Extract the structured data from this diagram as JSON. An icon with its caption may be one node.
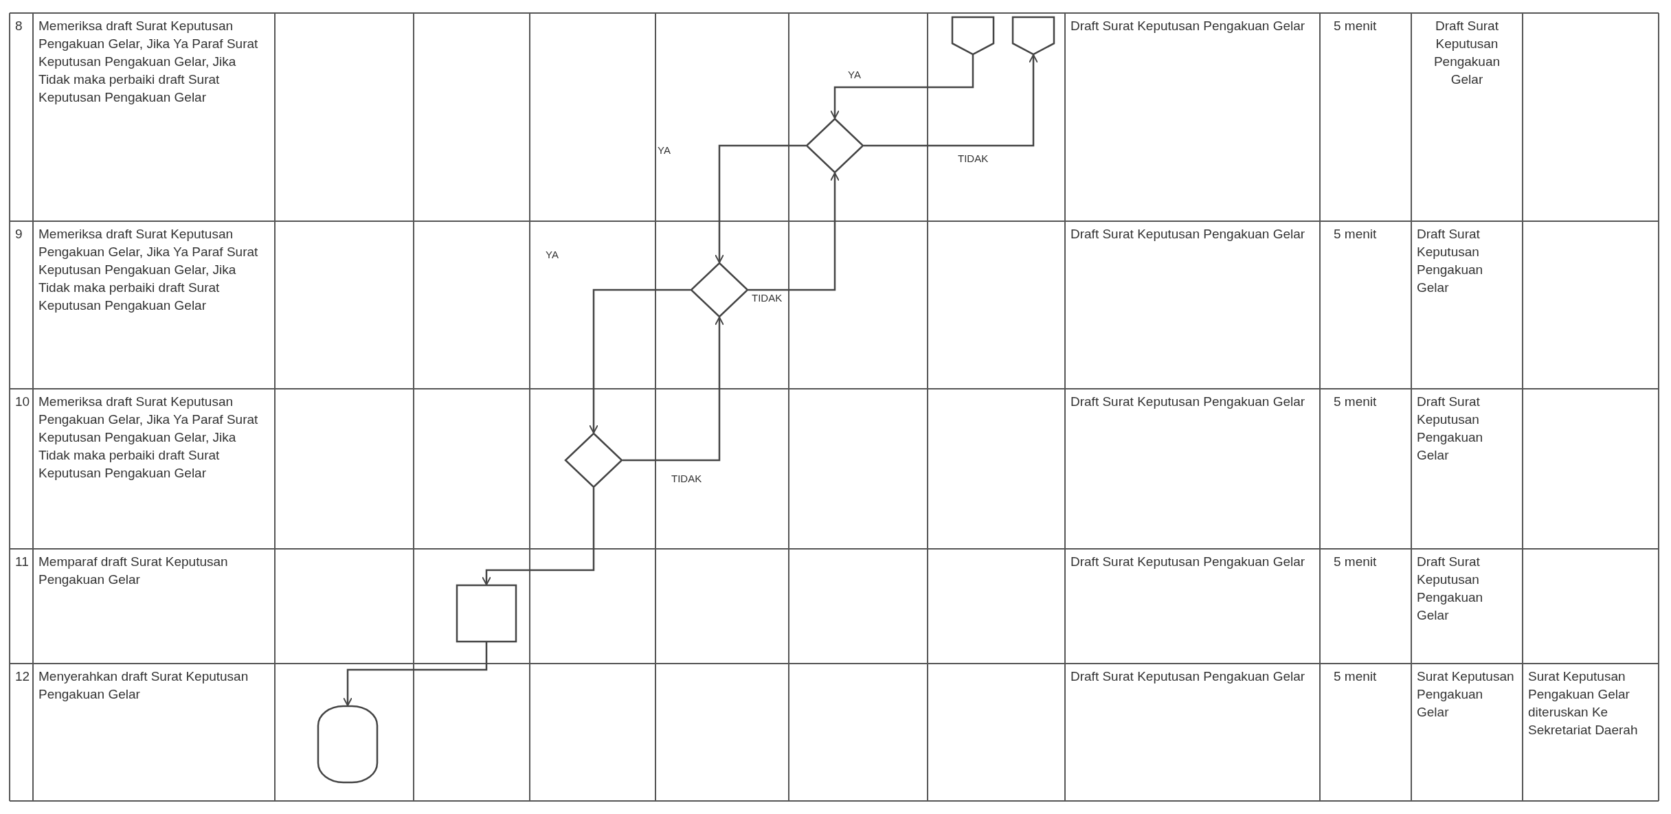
{
  "diagram": {
    "nodes": [
      {
        "text": [],
        "shape": "pentagon"
      },
      {
        "text": [],
        "shape": "pentagon"
      },
      {
        "text": [],
        "shape": "diamond"
      },
      {
        "text": [],
        "shape": "diamond"
      },
      {
        "text": [],
        "shape": "diamond"
      },
      {
        "text": [],
        "shape": "box"
      },
      {
        "text": [],
        "shape": "terminator"
      }
    ],
    "edges": [
      {
        "from": 0,
        "to": 2,
        "arrow": "to",
        "label": "YA"
      },
      {
        "from": 2,
        "to": 1,
        "arrow": "to",
        "label": "TIDAK"
      },
      {
        "from": 2,
        "to": 3,
        "arrow": "to",
        "label": "YA"
      },
      {
        "from": 3,
        "to": 2,
        "arrow": "to",
        "label": "TIDAK"
      },
      {
        "from": 3,
        "to": 4,
        "arrow": "to",
        "label": "YA"
      },
      {
        "from": 4,
        "to": 3,
        "arrow": "to",
        "label": "TIDAK"
      },
      {
        "from": 4,
        "to": 5,
        "arrow": "to"
      },
      {
        "from": 5,
        "to": 6,
        "arrow": "to"
      }
    ],
    "labels": [
      "8",
      "Memeriksa draft Surat Keputusan Pengakuan Gelar, Jika Ya Paraf Surat Keputusan Pengakuan Gelar, Jika Tidak maka perbaiki draft Surat Keputusan Pengakuan Gelar",
      "Draft Surat Keputusan Pengakuan Gelar",
      "5 menit",
      "Draft Surat Keputusan Pengakuan Gelar",
      "9",
      "Memeriksa draft Surat Keputusan Pengakuan Gelar, Jika Ya Paraf Surat Keputusan Pengakuan Gelar, Jika Tidak maka perbaiki draft Surat Keputusan Pengakuan Gelar",
      "Draft Surat Keputusan Pengakuan Gelar",
      "5 menit",
      "Draft Surat Keputusan Pengakuan Gelar",
      "10",
      "Memeriksa draft Surat Keputusan Pengakuan Gelar, Jika Ya Paraf Surat Keputusan Pengakuan Gelar, Jika Tidak maka perbaiki draft Surat Keputusan Pengakuan Gelar",
      "Draft Surat Keputusan Pengakuan Gelar",
      "5 menit",
      "Draft Surat Keputusan Pengakuan Gelar",
      "11",
      "Memparaf draft Surat Keputusan Pengakuan Gelar",
      "Draft Surat Keputusan Pengakuan Gelar",
      "5 menit",
      "Draft Surat Keputusan Pengakuan Gelar",
      "12",
      "Menyerahkan draft Surat Keputusan Pengakuan Gelar",
      "Draft Surat Keputusan Pengakuan Gelar",
      "5 menit",
      "Surat Keputusan Pengakuan Gelar",
      "Surat Keputusan Pengakuan Gelar diteruskan Ke Sekretariat Daerah"
    ]
  }
}
